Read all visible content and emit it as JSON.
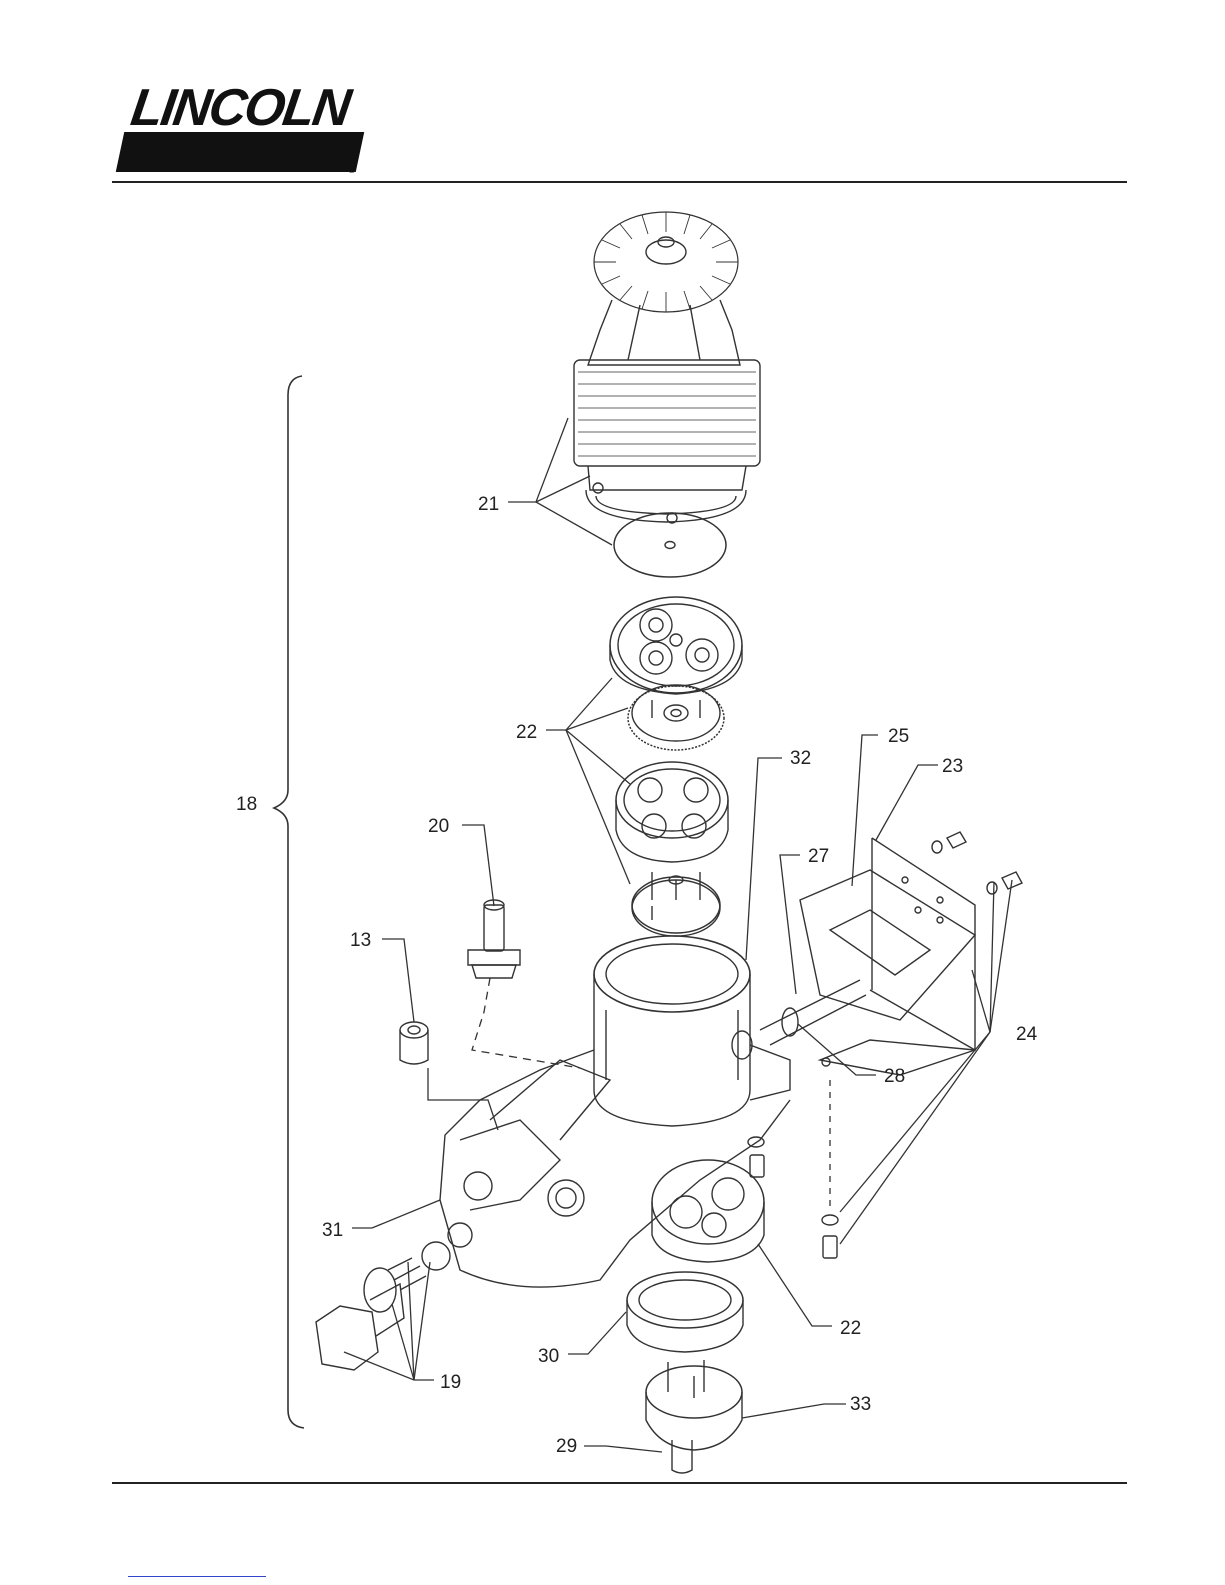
{
  "header": {
    "logo_text": "LINCOLN",
    "registered_mark": "®"
  },
  "callouts": {
    "c13": "13",
    "c18": "18",
    "c19": "19",
    "c20": "20",
    "c21": "21",
    "c22a": "22",
    "c22b": "22",
    "c23": "23",
    "c24": "24",
    "c25": "25",
    "c27": "27",
    "c28": "28",
    "c29": "29",
    "c30": "30",
    "c31": "31",
    "c32": "32",
    "c33": "33"
  }
}
